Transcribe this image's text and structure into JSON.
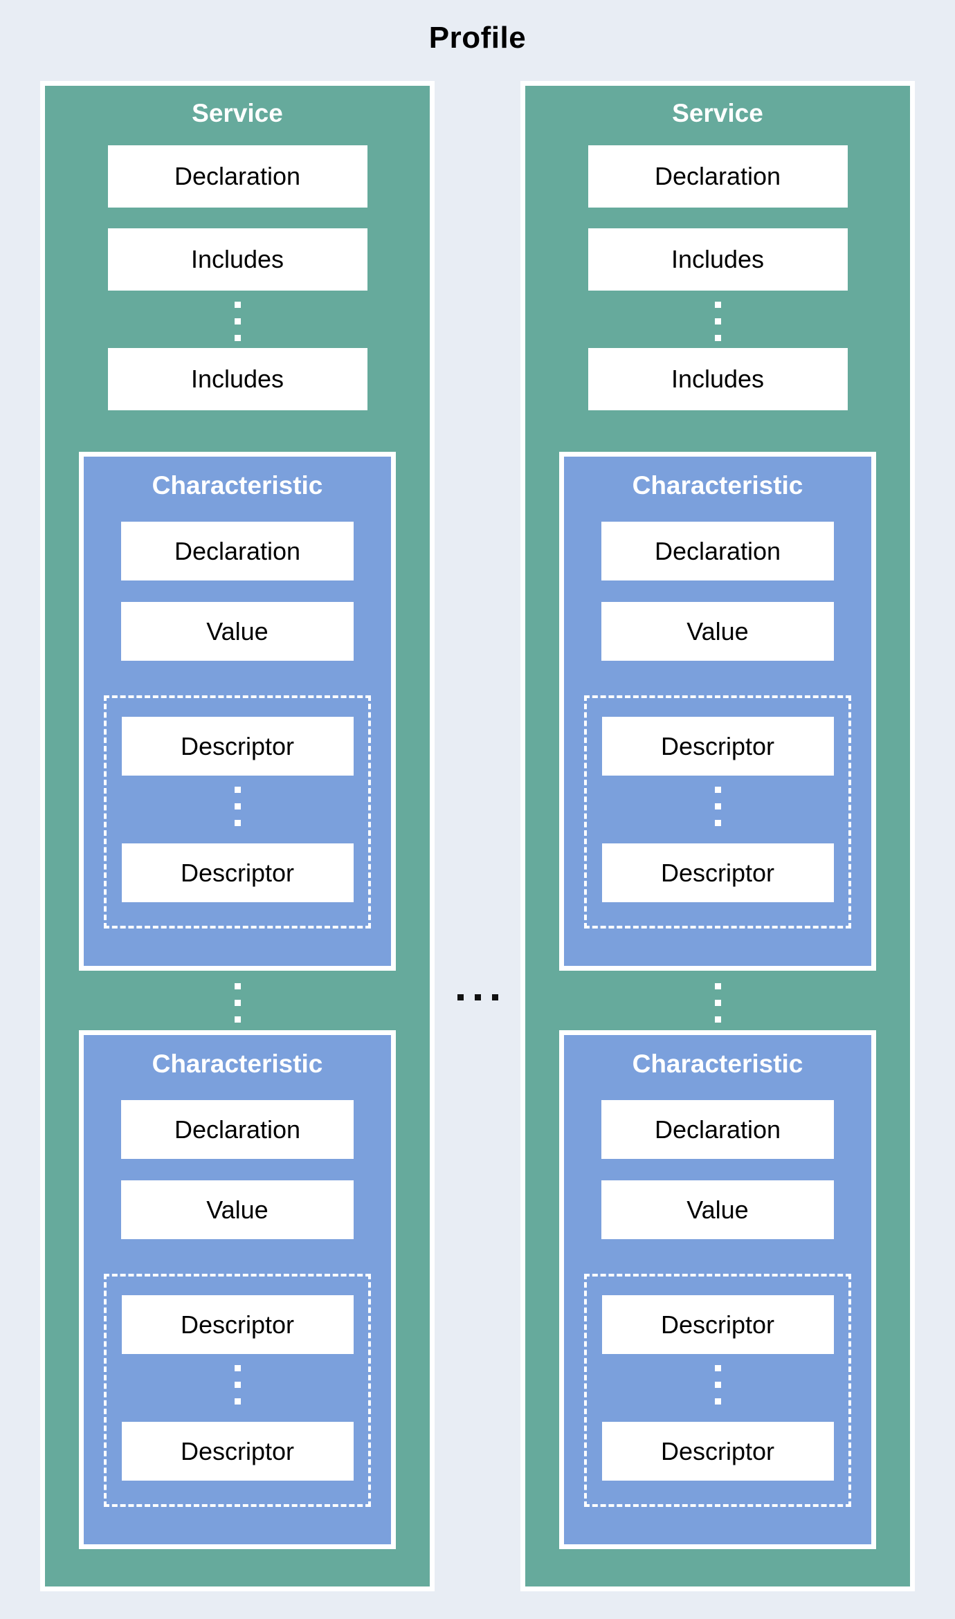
{
  "title": "Profile",
  "colors": {
    "background": "#e8edf4",
    "service_fill": "#66aa9c",
    "characteristic_fill": "#7ba0dc",
    "inner_box_fill": "#ffffff",
    "border_white": "#ffffff",
    "title_text": "#000000",
    "separator_dots": "#111111"
  },
  "icons": {
    "vertical_ellipsis": "⋮",
    "horizontal_ellipsis": "⋯"
  },
  "services": [
    {
      "label": "Service",
      "declaration": "Declaration",
      "includes_first": "Includes",
      "includes_last": "Includes",
      "characteristics": [
        {
          "label": "Characteristic",
          "declaration": "Declaration",
          "value": "Value",
          "descriptor_first": "Descriptor",
          "descriptor_last": "Descriptor"
        },
        {
          "label": "Characteristic",
          "declaration": "Declaration",
          "value": "Value",
          "descriptor_first": "Descriptor",
          "descriptor_last": "Descriptor"
        }
      ]
    },
    {
      "label": "Service",
      "declaration": "Declaration",
      "includes_first": "Includes",
      "includes_last": "Includes",
      "characteristics": [
        {
          "label": "Characteristic",
          "declaration": "Declaration",
          "value": "Value",
          "descriptor_first": "Descriptor",
          "descriptor_last": "Descriptor"
        },
        {
          "label": "Characteristic",
          "declaration": "Declaration",
          "value": "Value",
          "descriptor_first": "Descriptor",
          "descriptor_last": "Descriptor"
        }
      ]
    }
  ]
}
